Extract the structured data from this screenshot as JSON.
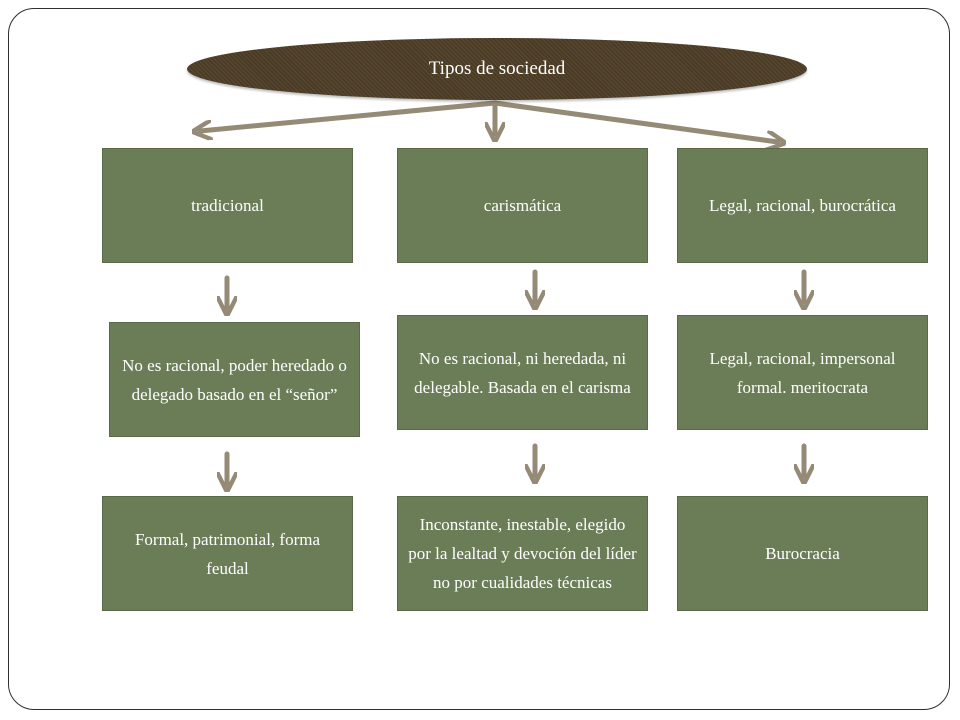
{
  "title": "Tipos de sociedad",
  "colors": {
    "box_fill": "#6b7d57",
    "ellipse_fill": "#4f4029",
    "arrow": "#948a76",
    "text": "#ffffff"
  },
  "columns": [
    {
      "header": "tradicional",
      "description": "No es racional, poder heredado o delegado basado en  el “señor”",
      "result": "Formal, patrimonial, forma feudal"
    },
    {
      "header": "carismática",
      "description": "No es racional, ni heredada, ni delegable. Basada en el carisma",
      "result": "Inconstante, inestable, elegido por la lealtad y devoción del líder no por cualidades técnicas"
    },
    {
      "header": "Legal, racional, burocrática",
      "description": "Legal, racional, impersonal formal. meritocrata",
      "result": "Burocracia"
    }
  ]
}
